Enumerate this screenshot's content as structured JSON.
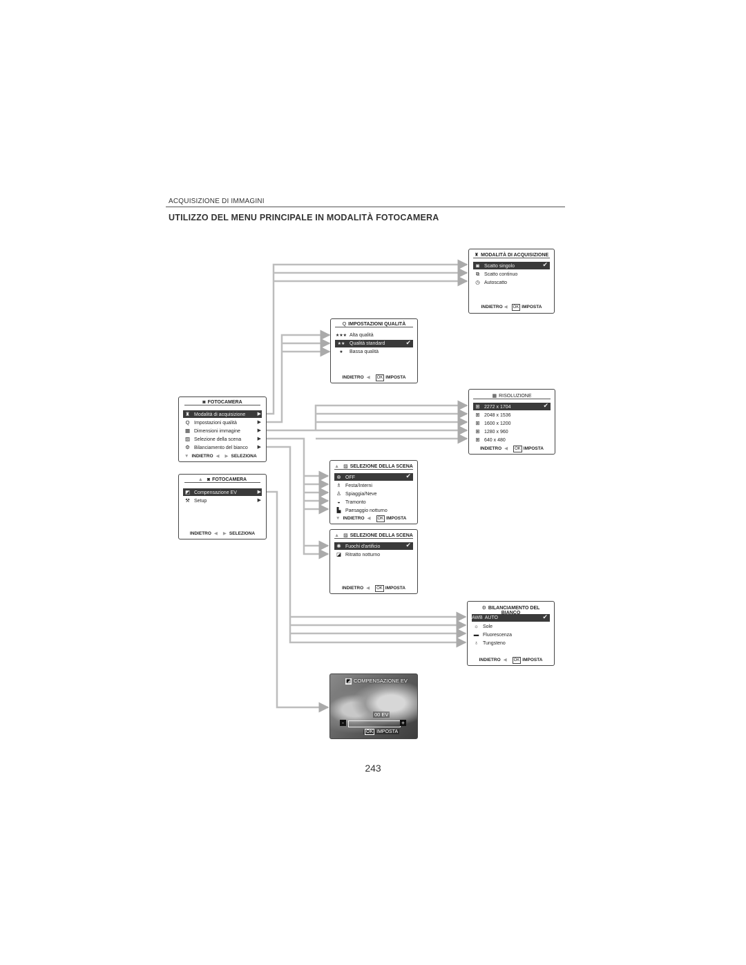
{
  "page": {
    "section": "ACQUISIZIONE DI IMMAGINI",
    "title": "UTILIZZO DEL MENU PRINCIPALE IN MODALITÀ FOTOCAMERA",
    "page_number": "243"
  },
  "menu1": {
    "header": "FOTOCAMERA",
    "items": [
      {
        "label": "Modalità di acquisizione"
      },
      {
        "label": "Impostazioni qualità"
      },
      {
        "label": "Dimensioni immagine"
      },
      {
        "label": "Selezione della scena"
      },
      {
        "label": "Bilanciamento del bianco"
      }
    ],
    "back": "INDIETRO",
    "select": "SELEZIONA"
  },
  "menu2": {
    "header": "FOTOCAMERA",
    "items": [
      {
        "label": "Compensazione EV"
      },
      {
        "label": "Setup"
      }
    ],
    "back": "INDIETRO",
    "select": "SELEZIONA"
  },
  "capture_mode": {
    "header": "MODALITÀ DI ACQUISIZIONE",
    "items": [
      {
        "label": "Scatto singolo"
      },
      {
        "label": "Scatto continuo"
      },
      {
        "label": "Autoscatto"
      }
    ],
    "back": "INDIETRO",
    "ok": "OK",
    "set": "IMPOSTA"
  },
  "quality": {
    "header": "IMPOSTAZIONI QUALITÀ",
    "items": [
      {
        "label": "Alta qualità"
      },
      {
        "label": "Qualità standard"
      },
      {
        "label": "Bassa qualità"
      }
    ],
    "back": "INDIETRO",
    "ok": "OK",
    "set": "IMPOSTA"
  },
  "resolution": {
    "header": "RISOLUZIONE",
    "items": [
      {
        "label": "2272 x 1704"
      },
      {
        "label": "2048 x 1536"
      },
      {
        "label": "1600 x 1200"
      },
      {
        "label": "1280 x 960"
      },
      {
        "label": "640 x 480"
      }
    ],
    "back": "INDIETRO",
    "ok": "OK",
    "set": "IMPOSTA"
  },
  "scene1": {
    "header": "SELEZIONE DELLA SCENA",
    "items": [
      {
        "label": "OFF"
      },
      {
        "label": "Festa/Interni"
      },
      {
        "label": "Spiaggia/Neve"
      },
      {
        "label": "Tramonto"
      },
      {
        "label": "Paesaggio notturno"
      }
    ],
    "back": "INDIETRO",
    "ok": "OK",
    "set": "IMPOSTA"
  },
  "scene2": {
    "header": "SELEZIONE DELLA SCENA",
    "items": [
      {
        "label": "Fuochi d'artificio"
      },
      {
        "label": "Ritratto notturno"
      }
    ],
    "back": "INDIETRO",
    "ok": "OK",
    "set": "IMPOSTA"
  },
  "white_balance": {
    "header": "BILANCIAMENTO DEL BIANCO",
    "items": [
      {
        "label": "AUTO",
        "prefix": "AWB"
      },
      {
        "label": "Sole"
      },
      {
        "label": "Fluorescenza"
      },
      {
        "label": "Tungsteno"
      }
    ],
    "back": "INDIETRO",
    "ok": "OK",
    "set": "IMPOSTA"
  },
  "ev": {
    "header": "COMPENSAZIONE EV",
    "value": "00 EV",
    "minus": "-",
    "plus": "+",
    "ok": "OK",
    "set": "IMPOSTA"
  }
}
